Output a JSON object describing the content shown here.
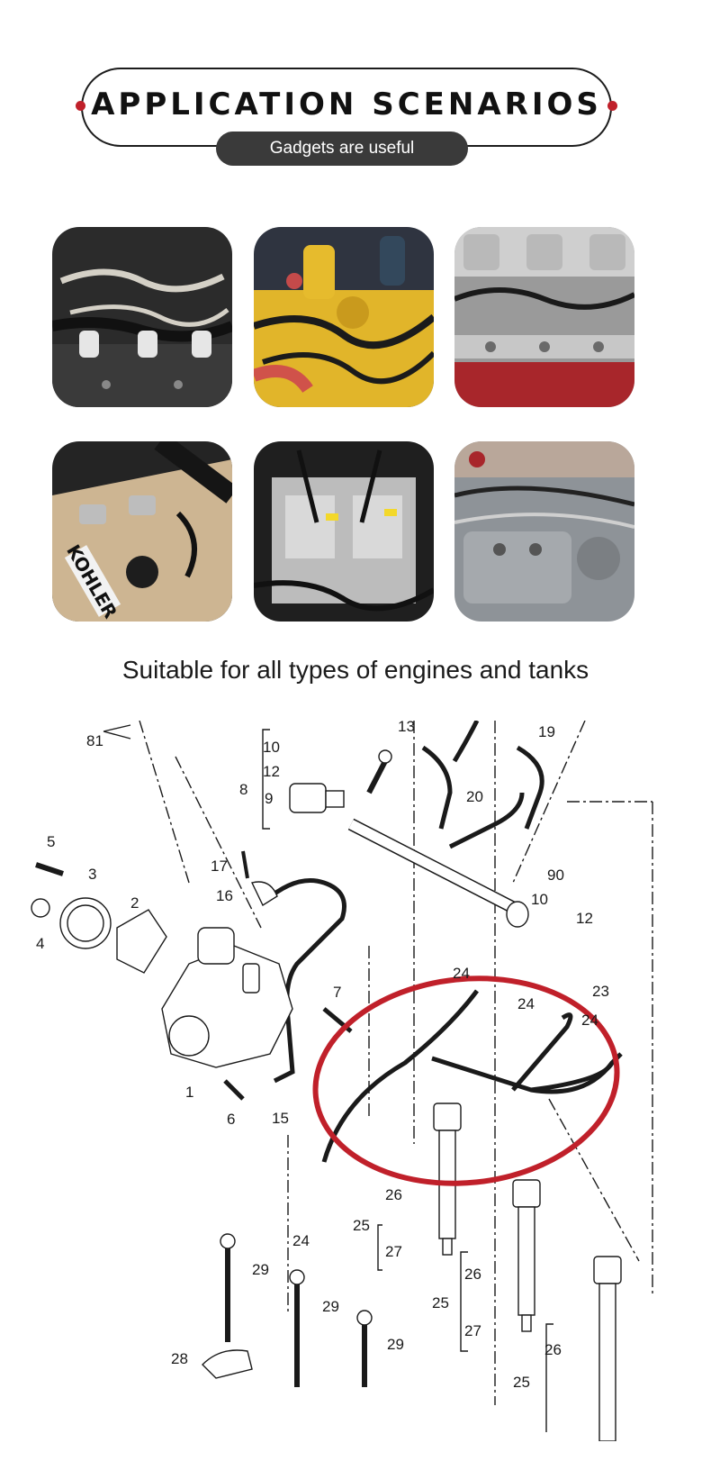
{
  "header": {
    "title": "APPLICATION SCENARIOS",
    "subtitle": "Gadgets are useful"
  },
  "gallery": {
    "tiles": [
      {
        "subject": "engine-fuel-lines-dark",
        "accent": "#2b2b2b"
      },
      {
        "subject": "engine-yellow-block",
        "accent": "#e1b52a"
      },
      {
        "subject": "engine-silver-injectors",
        "accent": "#9a9a9a"
      },
      {
        "subject": "engine-kohler-tan",
        "accent": "#cdb592",
        "label": "KOHLER"
      },
      {
        "subject": "engine-silver-injector-pipes",
        "accent": "#bcbcbc"
      },
      {
        "subject": "engine-grey-cylinder-head",
        "accent": "#8e9398"
      }
    ]
  },
  "caption": "Suitable for all types of engines and tanks",
  "diagram": {
    "highlight_color": "#c0202a",
    "part_labels": [
      "81",
      "5",
      "3",
      "4",
      "2",
      "17",
      "16",
      "1",
      "6",
      "15",
      "7",
      "8",
      "9",
      "10",
      "12",
      "20",
      "19",
      "90",
      "10",
      "12",
      "24",
      "24",
      "23",
      "24",
      "26",
      "25",
      "27",
      "26",
      "25",
      "27",
      "26",
      "25",
      "24",
      "28",
      "29",
      "29",
      "29",
      "13"
    ]
  }
}
